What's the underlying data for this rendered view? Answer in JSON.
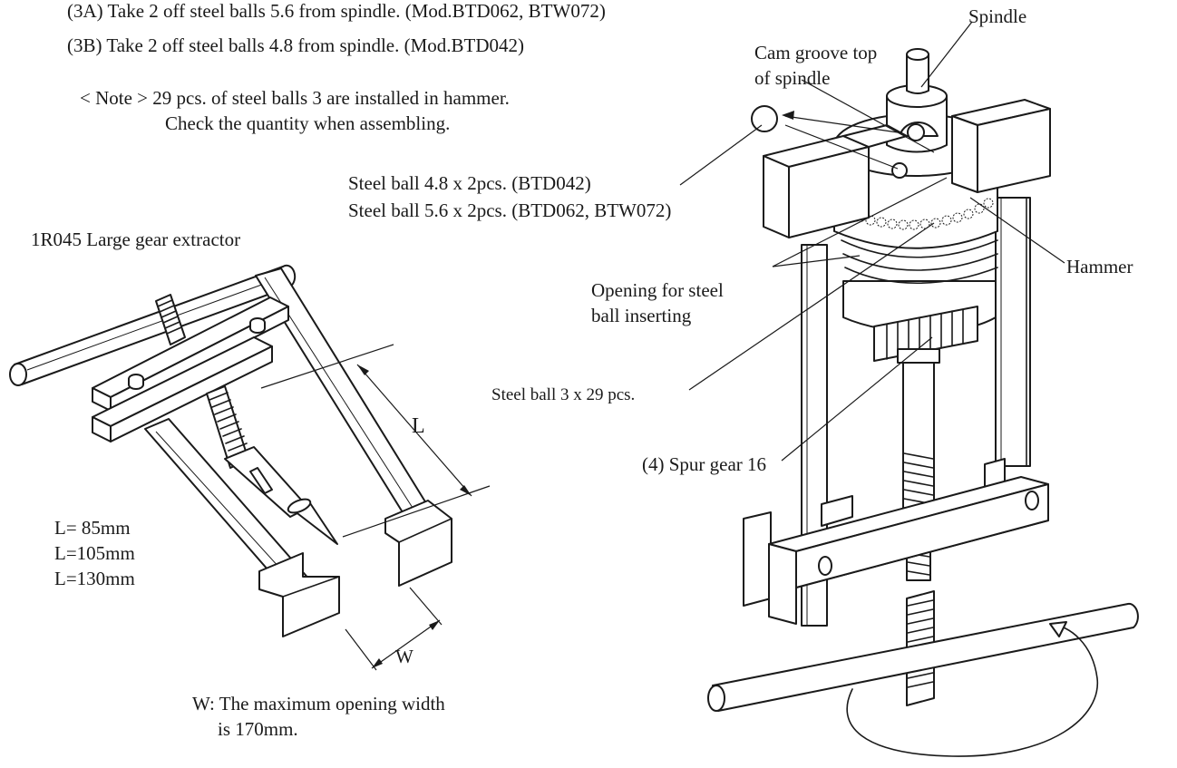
{
  "instructions": {
    "step_3a": "(3A) Take 2 off steel balls 5.6 from spindle. (Mod.BTD062, BTW072)",
    "step_3b": "(3B) Take 2 off steel balls 4.8 from spindle. (Mod.BTD042)",
    "note_line1": "< Note > 29 pcs. of steel balls 3 are installed in hammer.",
    "note_line2": "Check the quantity when assembling."
  },
  "extractor": {
    "title": "1R045 Large gear extractor",
    "dim_L": "L",
    "dim_W": "W",
    "sizes": [
      "L=  85mm",
      "L=105mm",
      "L=130mm"
    ],
    "width_note_line1": "W: The maximum opening width",
    "width_note_line2": "is 170mm."
  },
  "assembly_labels": {
    "spindle": "Spindle",
    "cam_groove_line1": "Cam groove top",
    "cam_groove_line2": "of spindle",
    "steel_ball_48": "Steel ball 4.8 x 2pcs. (BTD042)",
    "steel_ball_56": "Steel ball 5.6 x 2pcs. (BTD062, BTW072)",
    "hammer": "Hammer",
    "opening_line1": "Opening for steel",
    "opening_line2": "ball inserting",
    "steel_ball_3": "Steel ball 3 x 29 pcs.",
    "spur_gear": "(4) Spur gear 16"
  },
  "colors": {
    "ink": "#1a1a1a",
    "paper": "#ffffff"
  }
}
